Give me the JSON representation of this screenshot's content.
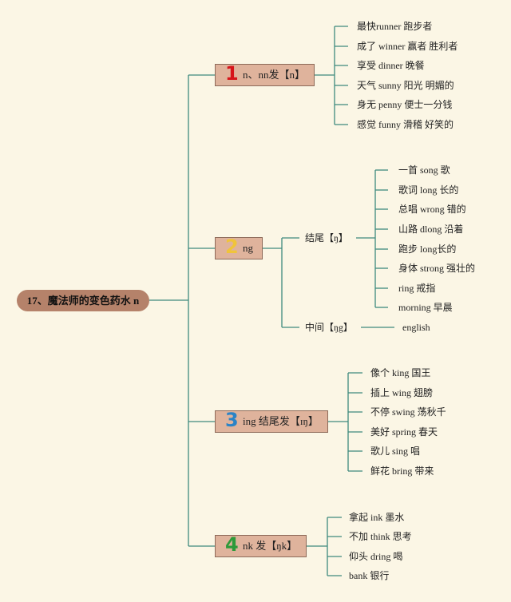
{
  "root": {
    "label": "17、魔法师的变色药水 n"
  },
  "branches": [
    {
      "num": "1",
      "num_color": "#d6151b",
      "label": "n、nn发【n】",
      "leaves": [
        "最快runner 跑步者",
        "成了 winner 赢者 胜利者",
        "享受 dinner 晚餐",
        "天气 sunny 阳光 明媚的",
        "身无 penny 便士一分钱",
        "感觉 funny 滑稽 好笑的"
      ]
    },
    {
      "num": "2",
      "num_color": "#f0c43a",
      "label": "ng",
      "sub": [
        {
          "label": "结尾【ŋ】",
          "leaves": [
            "一首 song 歌",
            "歌词 long 长的",
            "总唱 wrong 错的",
            "山路 dlong 沿着",
            "跑步 long长的",
            "身体 strong 强壮的",
            "ring 戒指",
            "morning 早晨"
          ]
        },
        {
          "label": "中间【ŋg】",
          "leaves": [
            "english"
          ]
        }
      ]
    },
    {
      "num": "3",
      "num_color": "#2a83c6",
      "label": "ing 结尾发【ɪŋ】",
      "leaves": [
        "像个 king 国王",
        "插上 wing 翅膀",
        "不停 swing 荡秋千",
        "美好 spring 春天",
        "歌儿 sing 唱",
        "鲜花 bring 带来"
      ]
    },
    {
      "num": "4",
      "num_color": "#2e9a3a",
      "label": "nk 发【ŋk】",
      "leaves": [
        "拿起 ink 墨水",
        "不加 think 思考",
        "仰头 dring 喝",
        "bank 银行"
      ]
    }
  ]
}
